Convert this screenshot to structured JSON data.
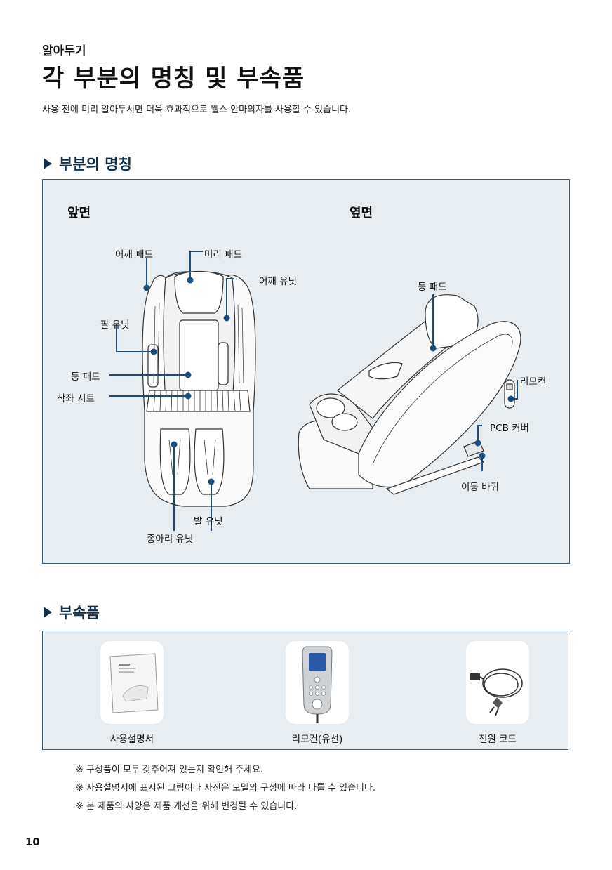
{
  "header": {
    "kicker": "알아두기",
    "title": "각 부분의 명칭 및 부속품",
    "intro": "사용 전에 미리 알아두시면 더욱 효과적으로 웰스 안마의자를 사용할 수 있습니다."
  },
  "parts_section": {
    "heading": "부분의 명칭",
    "front": {
      "label": "앞면",
      "parts": {
        "shoulder_pad": "어깨 패드",
        "head_pad": "머리 패드",
        "shoulder_unit": "어깨 유닛",
        "arm_unit": "팔 유닛",
        "back_pad": "등 패드",
        "seat": "착좌 시트",
        "foot_unit": "발 유닛",
        "calf_unit": "종아리 유닛"
      }
    },
    "side": {
      "label": "옆면",
      "parts": {
        "back_pad": "등 패드",
        "remote": "리모컨",
        "pcb_cover": "PCB 커버",
        "wheel": "이동 바퀴"
      }
    }
  },
  "accessories_section": {
    "heading": "부속품",
    "items": [
      {
        "label": "사용설명서"
      },
      {
        "label": "리모컨(유선)"
      },
      {
        "label": "전원 코드"
      }
    ]
  },
  "notes": [
    "※ 구성품이 모두 갖추어져 있는지 확인해 주세요.",
    "※ 사용설명서에 표시된 그림이나 사진은 모델의 구성에 따라 다를 수 있습니다.",
    "※ 본 제품의 사양은 제품 개선을 위해 변경될 수 있습니다."
  ],
  "page_number": "10",
  "colors": {
    "accent": "#0f2f4a",
    "panel_bg": "#e7edf1",
    "panel_border": "#3b5d79",
    "leader_line": "#1b4c7a"
  }
}
